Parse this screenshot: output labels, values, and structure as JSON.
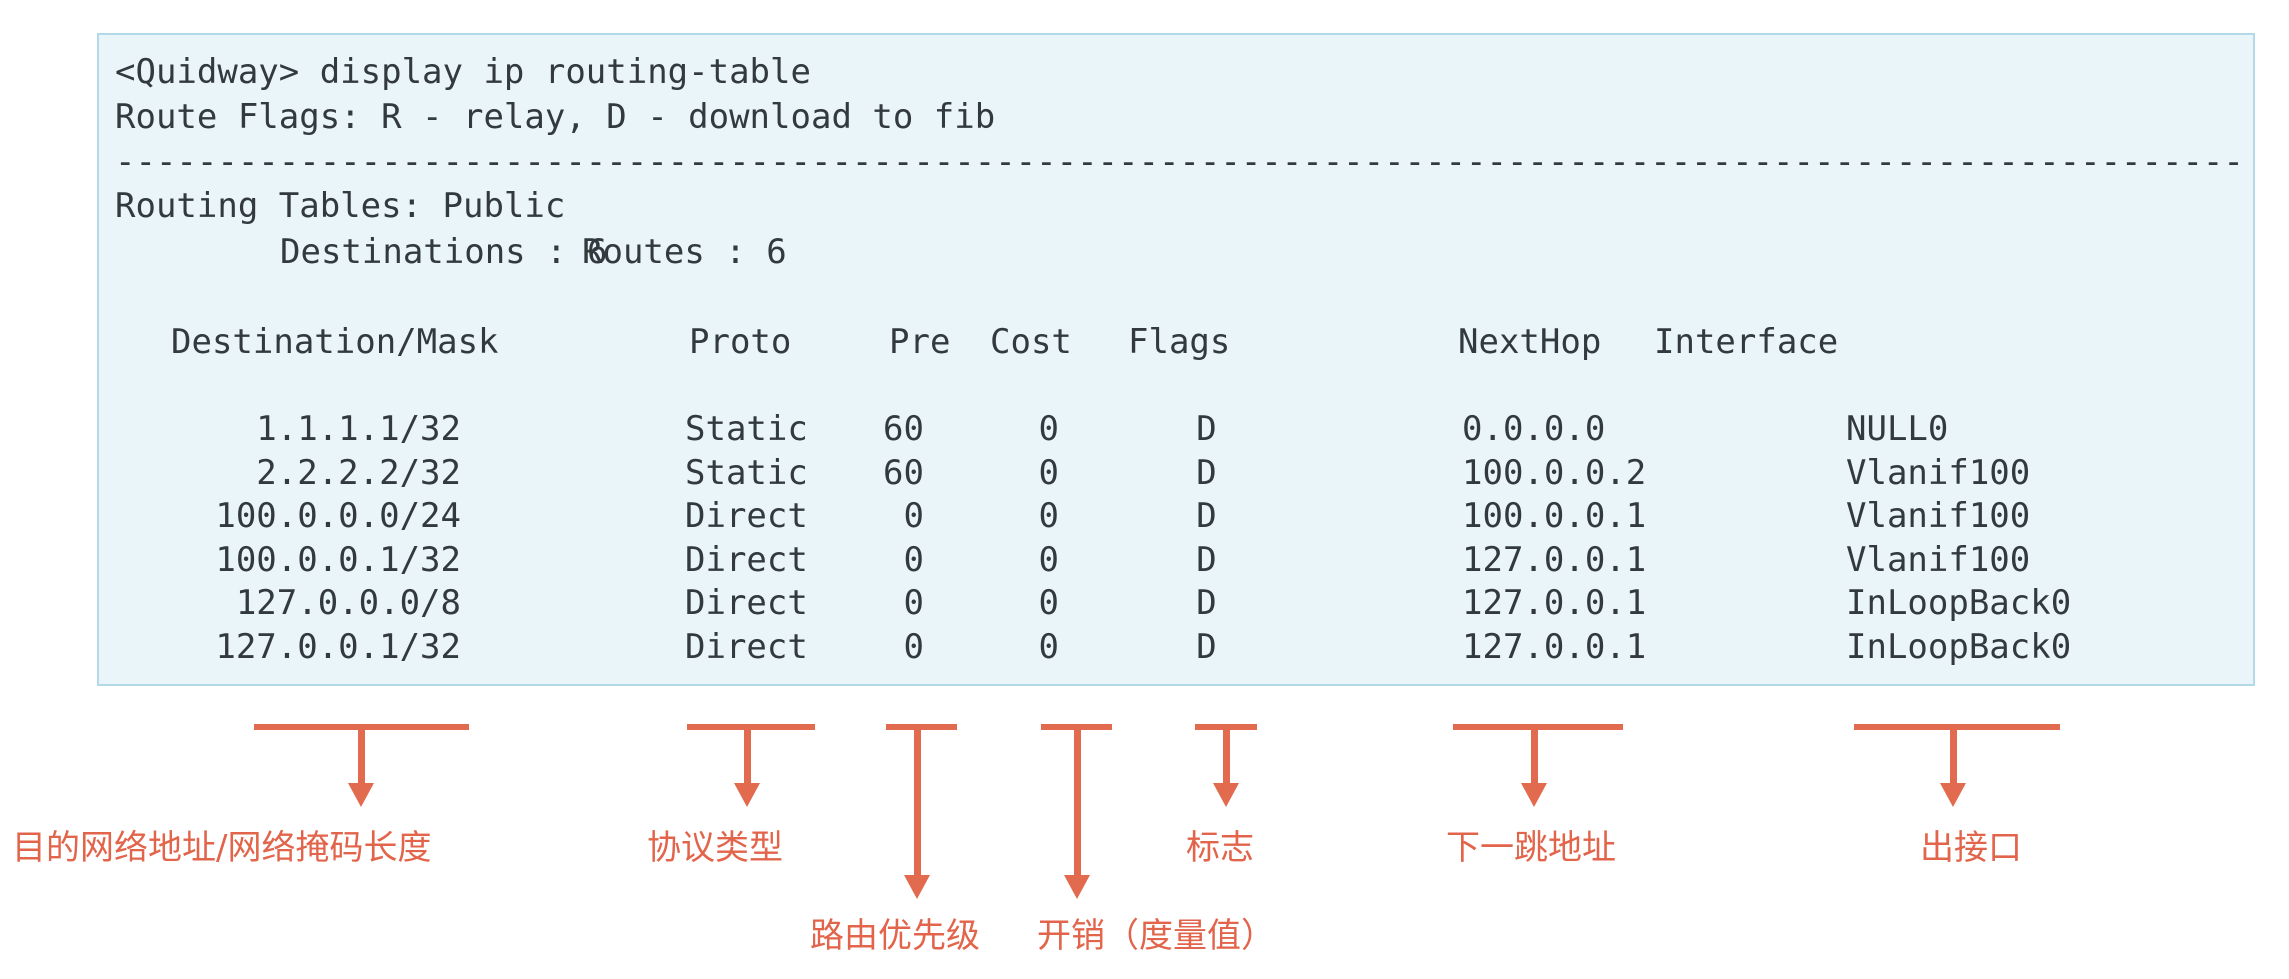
{
  "colors": {
    "accent": "#e26a4e",
    "panel_bg": "#eaf5fa",
    "panel_border": "#b3d9e9",
    "terminal_text": "#333a3d"
  },
  "terminal": {
    "command": "<Quidway> display ip routing-table",
    "route_flags": "Route Flags: R - relay, D - download to fib",
    "separator": "--------------------------------------------------------------------------------------------------------",
    "routing_tables": "Routing Tables: Public",
    "destinations_label": "Destinations : 6",
    "routes_label": "Routes : 6",
    "table": {
      "headers": {
        "dest": "Destination/Mask",
        "proto": "Proto",
        "pre": "Pre",
        "cost": "Cost",
        "flags": "Flags",
        "nexthop": "NextHop",
        "interface": "Interface"
      },
      "rows": [
        {
          "dest": "1.1.1.1/32",
          "proto": "Static",
          "pre": "60",
          "cost": "0",
          "flags": "D",
          "nexthop": "0.0.0.0",
          "interface": "NULL0"
        },
        {
          "dest": "2.2.2.2/32",
          "proto": "Static",
          "pre": "60",
          "cost": "0",
          "flags": "D",
          "nexthop": "100.0.0.2",
          "interface": "Vlanif100"
        },
        {
          "dest": "100.0.0.0/24",
          "proto": "Direct",
          "pre": "0",
          "cost": "0",
          "flags": "D",
          "nexthop": "100.0.0.1",
          "interface": "Vlanif100"
        },
        {
          "dest": "100.0.0.1/32",
          "proto": "Direct",
          "pre": "0",
          "cost": "0",
          "flags": "D",
          "nexthop": "127.0.0.1",
          "interface": "Vlanif100"
        },
        {
          "dest": "127.0.0.0/8",
          "proto": "Direct",
          "pre": "0",
          "cost": "0",
          "flags": "D",
          "nexthop": "127.0.0.1",
          "interface": "InLoopBack0"
        },
        {
          "dest": "127.0.0.1/32",
          "proto": "Direct",
          "pre": "0",
          "cost": "0",
          "flags": "D",
          "nexthop": "127.0.0.1",
          "interface": "InLoopBack0"
        }
      ]
    }
  },
  "annotations": [
    {
      "label": "目的网络地址/网络掩码长度",
      "target": "Destination/Mask"
    },
    {
      "label": "协议类型",
      "target": "Proto"
    },
    {
      "label": "路由优先级",
      "target": "Pre"
    },
    {
      "label": "开销（度量值）",
      "target": "Cost"
    },
    {
      "label": "标志",
      "target": "Flags"
    },
    {
      "label": "下一跳地址",
      "target": "NextHop"
    },
    {
      "label": "出接口",
      "target": "Interface"
    }
  ]
}
